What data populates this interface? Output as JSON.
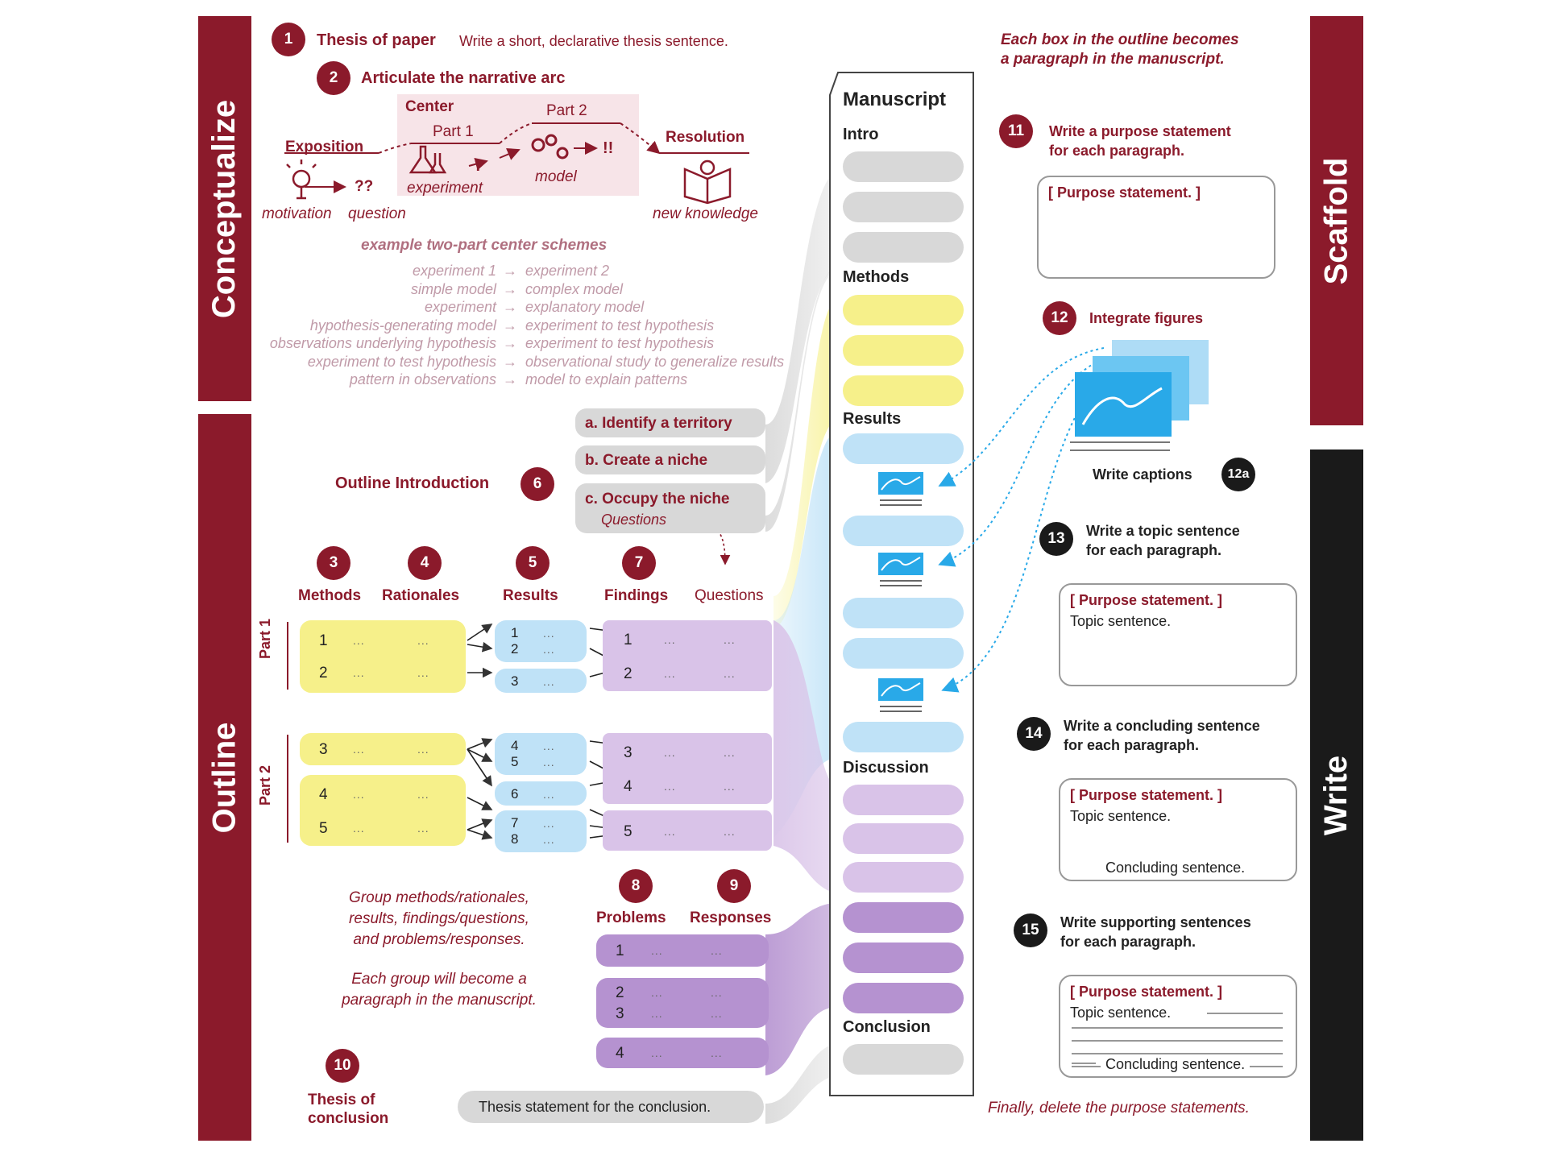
{
  "bands": {
    "conceptualize": "Conceptualize",
    "outline": "Outline",
    "scaffold": "Scaffold",
    "write": "Write"
  },
  "steps": {
    "s1": {
      "num": "1",
      "title": "Thesis of paper",
      "desc": "Write a short, declarative thesis sentence."
    },
    "s2": {
      "num": "2",
      "title": "Articulate the narrative arc"
    },
    "s3": {
      "num": "3",
      "label": "Methods"
    },
    "s4": {
      "num": "4",
      "label": "Rationales"
    },
    "s5": {
      "num": "5",
      "label": "Results"
    },
    "s6": {
      "num": "6",
      "label": "Outline Introduction"
    },
    "s7": {
      "num": "7",
      "label": "Findings"
    },
    "s8": {
      "num": "8",
      "label": "Problems"
    },
    "s9": {
      "num": "9",
      "label": "Responses"
    },
    "s10": {
      "num": "10",
      "label": "Thesis of conclusion"
    },
    "s11": {
      "num": "11",
      "line1": "Write a purpose statement",
      "line2": "for each paragraph."
    },
    "s12": {
      "num": "12",
      "label": "Integrate figures"
    },
    "s12a": {
      "num": "12a",
      "label": "Write captions"
    },
    "s13": {
      "num": "13",
      "line1": "Write a topic sentence",
      "line2": "for each paragraph."
    },
    "s14": {
      "num": "14",
      "line1": "Write a concluding sentence",
      "line2": "for each paragraph."
    },
    "s15": {
      "num": "15",
      "line1": "Write supporting sentences",
      "line2": "for each paragraph."
    }
  },
  "arc": {
    "center": "Center",
    "part1": "Part 1",
    "part2": "Part 2",
    "exposition": "Exposition",
    "resolution": "Resolution",
    "motivation": "motivation",
    "question": "question",
    "experiment": "experiment",
    "model": "model",
    "new_knowledge": "new knowledge",
    "qq": "??",
    "excl": "!",
    "excl2": "!!"
  },
  "schemes": {
    "title": "example two-part center schemes",
    "rows": [
      {
        "left": "experiment 1",
        "right": "experiment 2"
      },
      {
        "left": "simple model",
        "right": "complex model"
      },
      {
        "left": "experiment",
        "right": "explanatory model"
      },
      {
        "left": "hypothesis-generating model",
        "right": "experiment to test hypothesis"
      },
      {
        "left": "observations underlying hypothesis",
        "right": "experiment to test hypothesis"
      },
      {
        "left": "experiment to test hypothesis",
        "right": "observational study to generalize results"
      },
      {
        "left": "pattern in observations",
        "right": "model to explain patterns"
      }
    ],
    "arrow": "→"
  },
  "intro_moves": {
    "a": "a. Identify a territory",
    "b": "b. Create a niche",
    "c": "c. Occupy the niche",
    "questions": "Questions"
  },
  "outline": {
    "questions_label": "Questions",
    "part1": "Part 1",
    "part2": "Part 2",
    "dots": "...",
    "methods_p1": [
      "1",
      "2"
    ],
    "methods_p2": [
      "3",
      "4",
      "5"
    ],
    "results_p1": [
      "1",
      "2",
      "3"
    ],
    "results_p2": [
      "4",
      "5",
      "6",
      "7",
      "8"
    ],
    "findings_p1": [
      "1",
      "2"
    ],
    "findings_p2": [
      "3",
      "4",
      "5"
    ],
    "problems": [
      "1",
      "2",
      "3",
      "4"
    ],
    "group_note": "Group methods/rationales, results, findings/questions, and problems/responses.",
    "group_note_lines": [
      "Group methods/rationales,",
      "results, findings/questions,",
      "and problems/responses."
    ],
    "paragraph_note_lines": [
      "Each group will become a",
      "paragraph in the manuscript."
    ],
    "conclusion_thesis": "Thesis statement for the conclusion."
  },
  "manuscript": {
    "title": "Manuscript",
    "intro": "Intro",
    "methods": "Methods",
    "results": "Results",
    "discussion": "Discussion",
    "conclusion": "Conclusion"
  },
  "scaffold": {
    "note_lines": [
      "Each box in the outline becomes",
      "a paragraph in the manuscript."
    ],
    "purpose": "[ Purpose statement. ]",
    "topic": "Topic sentence.",
    "concluding": "Concluding sentence.",
    "final_note": "Finally, delete the purpose statements."
  },
  "colors": {
    "dark_red": "#8b1a2b",
    "black": "#1a1a1a",
    "yellow": "#f6f08a",
    "blue": "#bfe2f7",
    "light_purple": "#d9c3e8",
    "purple": "#b592d0",
    "gray": "#d8d8d8",
    "figure_blue": "#29a9e8"
  }
}
